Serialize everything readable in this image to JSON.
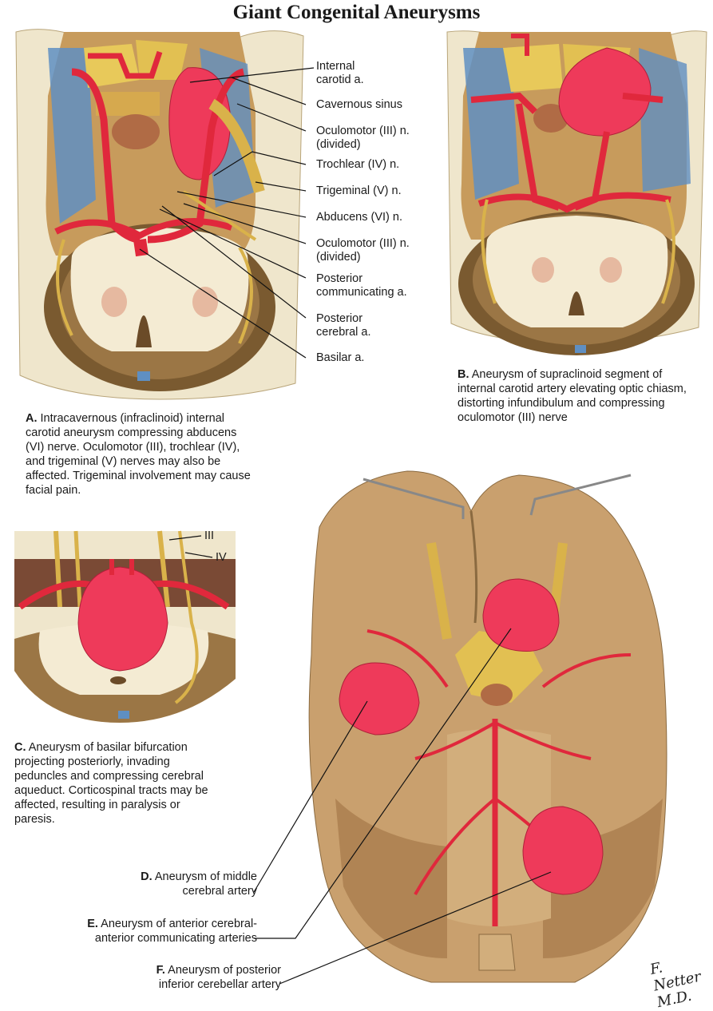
{
  "title": "Giant Congenital Aneurysms",
  "labels_a": [
    "Internal\ncarotid a.",
    "Cavernous sinus",
    "Oculomotor (III) n.\n(divided)",
    "Trochlear (IV) n.",
    "Trigeminal (V) n.",
    "Abducens (VI) n.",
    "Oculomotor (III) n.\n(divided)",
    "Posterior\ncommunicating a.",
    "Posterior\ncerebral a.",
    "Basilar a."
  ],
  "labels_c": [
    "III",
    "IV"
  ],
  "captions": {
    "a": {
      "letter": "A.",
      "text": " Intracavernous (infraclinoid) internal carotid aneurysm compressing abducens (VI) nerve. Oculomotor (III), trochlear (IV), and trigeminal (V) nerves may also be affected. Trigeminal involvement may cause facial pain."
    },
    "b": {
      "letter": "B.",
      "text": " Aneurysm of supraclinoid segment of internal carotid artery elevating optic chiasm, distorting infundibulum and compressing oculomotor (III) nerve"
    },
    "c": {
      "letter": "C.",
      "text": " Aneurysm of basilar bifurcation projecting posteriorly, invading peduncles and compressing cerebral aqueduct. Corticospinal tracts may be affected, resulting in paralysis or paresis."
    },
    "d": {
      "letter": "D.",
      "text": " Aneurysm of middle cerebral artery"
    },
    "e": {
      "letter": "E.",
      "text": " Aneurysm of anterior cerebral-anterior communicating arteries"
    },
    "f": {
      "letter": "F.",
      "text": " Aneurysm of posterior inferior cerebellar artery"
    }
  },
  "signature": "F. Netter M.D.",
  "colors": {
    "artery": "#e0283c",
    "aneurysm": "#ee3a5a",
    "nerve": "#d9b24a",
    "sinus": "#5f8fc2",
    "brain": "#c9a06e",
    "bone": "#f3ead2"
  }
}
